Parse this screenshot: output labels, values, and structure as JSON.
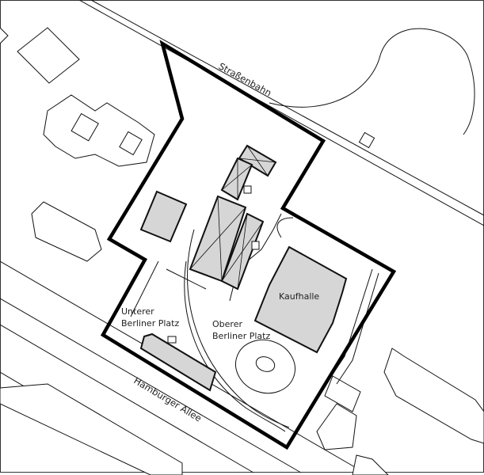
{
  "map": {
    "labels": {
      "tram": "Straßenbahn",
      "main_street": "Hamburger Allee",
      "building": "Kaufhalle",
      "lower_square": {
        "line1": "Unterer",
        "line2": "Berliner Platz"
      },
      "upper_square": {
        "line1": "Oberer",
        "line2": "Berliner Platz"
      }
    },
    "colors": {
      "building_fill": "#d6d6d6",
      "boundary": "#000000",
      "lines": "#111111"
    }
  }
}
